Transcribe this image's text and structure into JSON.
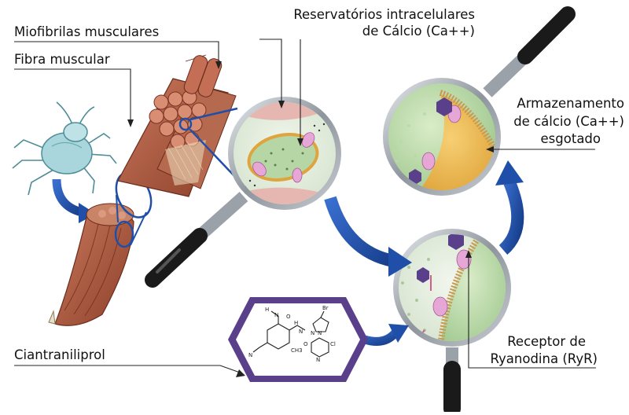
{
  "labels": {
    "miofibrilas": "Miofibrilas musculares",
    "fibra": "Fibra muscular",
    "reservatorios_line1": "Reservatórios intracelulares",
    "reservatorios_line2": "de Cálcio (Ca++)",
    "armazenamento_line1": "Armazenamento",
    "armazenamento_line2": "de cálcio (Ca++)",
    "armazenamento_line3": "esgotado",
    "receptor_line1": "Receptor de",
    "receptor_line2": "Ryanodina (RyR)",
    "ciantraniliprol": "Ciantraniliprol"
  },
  "molecule": {
    "atoms": [
      "Br",
      "N",
      "N",
      "N",
      "H",
      "O",
      "O",
      "H",
      "N",
      "Cl",
      "CH3",
      "N",
      "N"
    ]
  },
  "colors": {
    "arrow_blue": "#1f4fa8",
    "muscle": "#a4553c",
    "myofibril": "#d98e74",
    "insect": "#a9d6dc",
    "er_green": "#b6d6a6",
    "calcium_gold": "#e8b04a",
    "ryr_pink": "#e7a7d6",
    "hexagon_purple": "#5a3f8a",
    "lens_rim": "#9aa1a8",
    "handle": "#1a1a1a"
  }
}
